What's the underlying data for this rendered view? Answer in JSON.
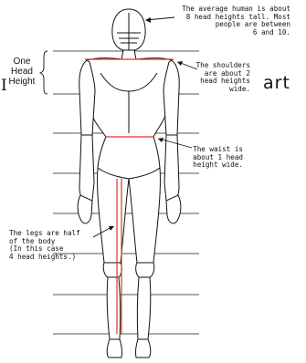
{
  "diagram": {
    "notes": {
      "average_height": "The average human is about\n8 head heights tall. Most\npeople are between\n6 and 10.",
      "shoulders": "The shoulders\nare about 2\nhead heights\nwide.",
      "waist": "The waist is\nabout 1 head\nheight wide.",
      "legs": "The legs are half\nof the body\n(In this case\n4 head heights.)"
    },
    "head_height_label": "One\nHead\nHeight",
    "side_word": "art",
    "edge_fragment": "I",
    "colors": {
      "ink": "#111111",
      "measure": "#d9342b",
      "guide": "#555555"
    }
  }
}
